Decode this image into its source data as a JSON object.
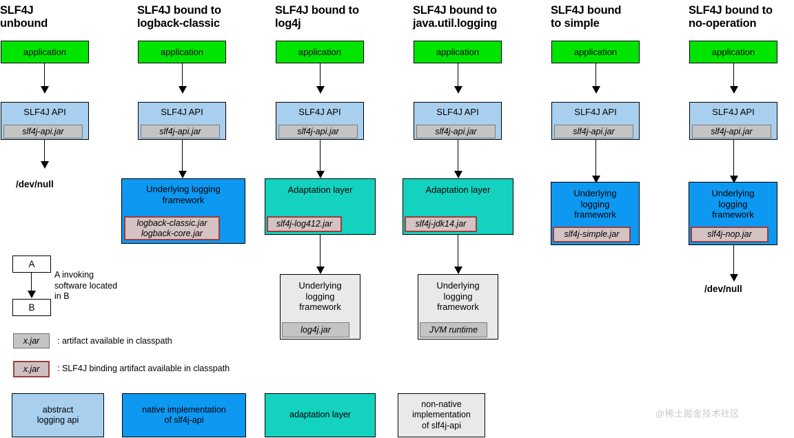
{
  "diagram": {
    "title": "SLF4J bindings diagram",
    "colors": {
      "application": "#00e500",
      "slf4j_api": "#a9cfef",
      "native_impl": "#0d98f2",
      "adaptation_layer": "#13d2bf",
      "non_native_impl": "#e9e9e9",
      "jar_chip": "#c4c4c4",
      "binding_chip_border": "#9e3b3b",
      "watermark": "#c9c9c9"
    },
    "columns": [
      {
        "title": "SLF4J\nunbound",
        "nodes": [
          {
            "label": "application",
            "kind": "application",
            "jar": null
          },
          {
            "label": "SLF4J API",
            "kind": "slf4j_api",
            "jar": "slf4j-api.jar",
            "jar_binding": false
          },
          {
            "label": "/dev/null",
            "kind": "text"
          }
        ]
      },
      {
        "title": "SLF4J bound to\nlogback-classic",
        "nodes": [
          {
            "label": "application",
            "kind": "application",
            "jar": null
          },
          {
            "label": "SLF4J API",
            "kind": "slf4j_api",
            "jar": "slf4j-api.jar",
            "jar_binding": false
          },
          {
            "label": "Underlying logging\nframework",
            "kind": "native_impl",
            "jar": "logback-classic.jar\nlogback-core.jar",
            "jar_binding": true
          }
        ]
      },
      {
        "title": "SLF4J bound to\nlog4j",
        "nodes": [
          {
            "label": "application",
            "kind": "application",
            "jar": null
          },
          {
            "label": "SLF4J API",
            "kind": "slf4j_api",
            "jar": "slf4j-api.jar",
            "jar_binding": false
          },
          {
            "label": "Adaptation layer",
            "kind": "adaptation_layer",
            "jar": "slf4j-log412.jar",
            "jar_binding": true
          },
          {
            "label": "Underlying\nlogging\nframework",
            "kind": "non_native_impl",
            "jar": "log4j.jar",
            "jar_binding": false
          }
        ]
      },
      {
        "title": "SLF4J bound to\njava.util.logging",
        "nodes": [
          {
            "label": "application",
            "kind": "application",
            "jar": null
          },
          {
            "label": "SLF4J API",
            "kind": "slf4j_api",
            "jar": "slf4j-api.jar",
            "jar_binding": false
          },
          {
            "label": "Adaptation layer",
            "kind": "adaptation_layer",
            "jar": "slf4j-jdk14.jar",
            "jar_binding": true
          },
          {
            "label": "Underlying\nlogging\nframework",
            "kind": "non_native_impl",
            "jar": "JVM runtime",
            "jar_binding": false
          }
        ]
      },
      {
        "title": "SLF4J bound\nto simple",
        "nodes": [
          {
            "label": "application",
            "kind": "application",
            "jar": null
          },
          {
            "label": "SLF4J API",
            "kind": "slf4j_api",
            "jar": "slf4j-api.jar",
            "jar_binding": false
          },
          {
            "label": "Underlying\nlogging\nframework",
            "kind": "native_impl",
            "jar": "slf4j-simple.jar",
            "jar_binding": true
          }
        ]
      },
      {
        "title": "SLF4J bound to\nno-operation",
        "nodes": [
          {
            "label": "application",
            "kind": "application",
            "jar": null
          },
          {
            "label": "SLF4J API",
            "kind": "slf4j_api",
            "jar": "slf4j-api.jar",
            "jar_binding": false
          },
          {
            "label": "Underlying\nlogging\nframework",
            "kind": "native_impl",
            "jar": "slf4j-nop.jar",
            "jar_binding": true
          },
          {
            "label": "/dev/null",
            "kind": "text"
          }
        ]
      }
    ],
    "legend": {
      "arrow_example": {
        "from_label": "A",
        "to_label": "B",
        "caption": "A invoking\nsoftware located\nin B"
      },
      "jar_rows": [
        {
          "chip": "x.jar",
          "binding": false,
          "caption": ": artifact available in classpath"
        },
        {
          "chip": "x.jar",
          "binding": true,
          "caption": ": SLF4J binding artifact available in classpath"
        }
      ],
      "color_key": [
        {
          "label": "abstract\nlogging api",
          "kind": "slf4j_api"
        },
        {
          "label": "native implementation\nof slf4j-api",
          "kind": "native_impl"
        },
        {
          "label": "adaptation layer",
          "kind": "adaptation_layer"
        },
        {
          "label": "non-native\nimplementation\nof slf4j-api",
          "kind": "non_native_impl"
        }
      ]
    },
    "watermark": "@稀土掘金技术社区"
  }
}
